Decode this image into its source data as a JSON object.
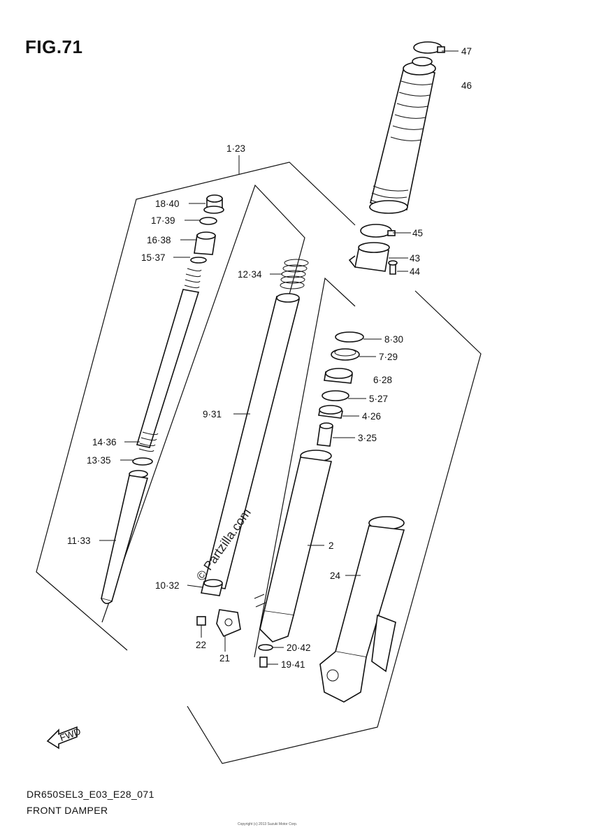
{
  "figure": {
    "title": "FIG.71",
    "model_code": "DR650SEL3_E03_E28_071",
    "section_name": "FRONT DAMPER",
    "watermark": "© Partzilla.com",
    "fine_print": "Copyright (c) 2013 Suzuki Motor Corp.",
    "fwd_label": "FWD"
  },
  "callouts": {
    "c1": "1·23",
    "c47": "47",
    "c46": "46",
    "c18": "18·40",
    "c17": "17·39",
    "c16": "16·38",
    "c15": "15·37",
    "c12": "12·34",
    "c45": "45",
    "c43": "43",
    "c44": "44",
    "c8": "8·30",
    "c7": "7·29",
    "c6": "6·28",
    "c5": "5·27",
    "c4": "4·26",
    "c3": "3·25",
    "c9": "9·31",
    "c14": "14·36",
    "c13": "13·35",
    "c2": "2",
    "c11": "11·33",
    "c24": "24",
    "c10": "10·32",
    "c22": "22",
    "c21": "21",
    "c20": "20·42",
    "c19": "19·41"
  }
}
